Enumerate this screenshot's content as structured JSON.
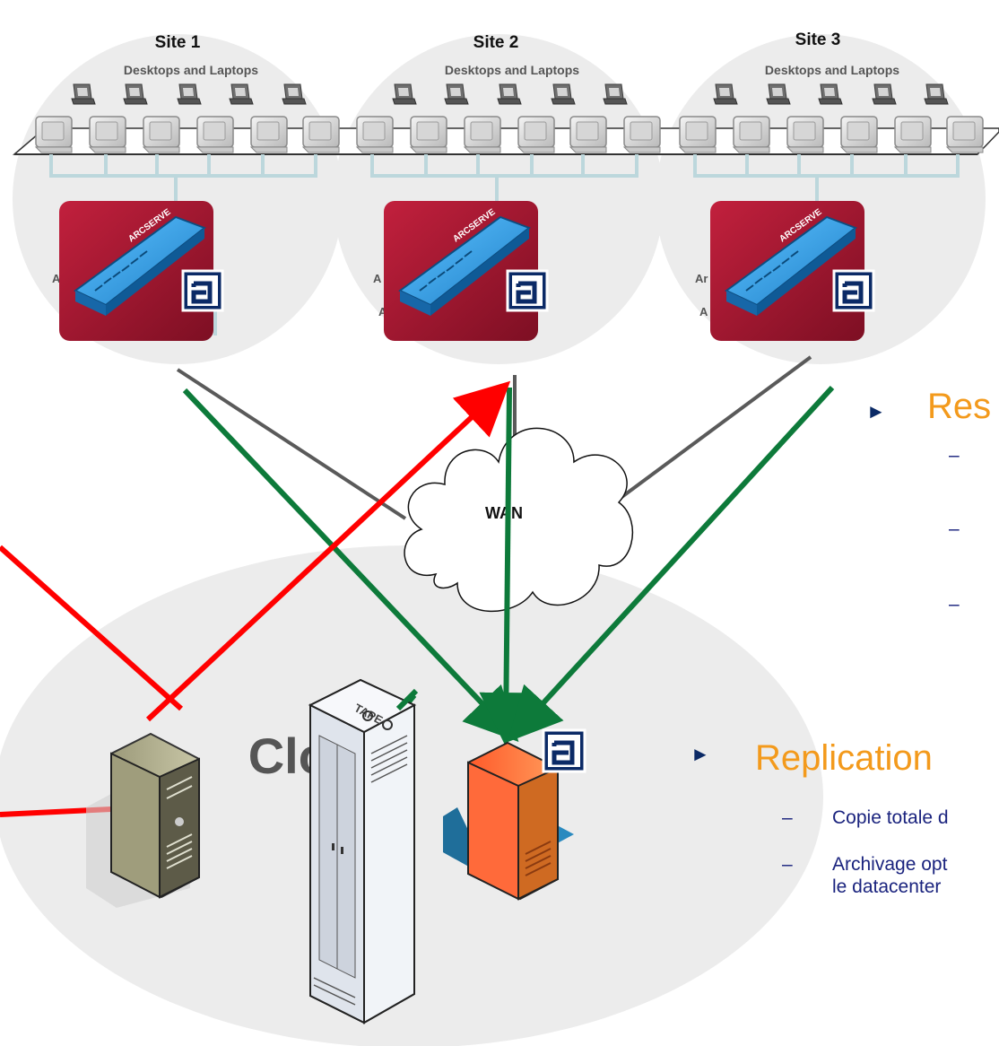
{
  "sites": [
    {
      "title": "Site 1",
      "subtitle": "Desktops and Laptops",
      "label_fragments": [
        "A"
      ]
    },
    {
      "title": "Site 2",
      "subtitle": "Desktops and Laptops",
      "label_fragments": [
        "A",
        "A"
      ]
    },
    {
      "title": "Site 3",
      "subtitle": "Desktops and Laptops",
      "label_fragments": [
        "Ar",
        "A"
      ]
    }
  ],
  "wan": {
    "label": "WAN"
  },
  "cloud": {
    "label": "Cloud",
    "tape_label": "TAPE"
  },
  "bullets": [
    {
      "heading": "Res",
      "items": [
        "",
        "",
        ""
      ]
    },
    {
      "heading": "Replication",
      "items": [
        "Copie totale d",
        "Archivage opt\nle datacenter"
      ]
    }
  ],
  "appliance": {
    "badge": "a",
    "brand": "ARCSERVE"
  },
  "colors": {
    "red_link": "#ff0000",
    "green_link": "#0d7a3a",
    "gray_link": "#5a5a5a",
    "bullet_orange": "#f39a1c",
    "bullet_text": "#1a237e",
    "appliance_red": "#a3152d",
    "appliance_blue": "#2f9ae0"
  }
}
